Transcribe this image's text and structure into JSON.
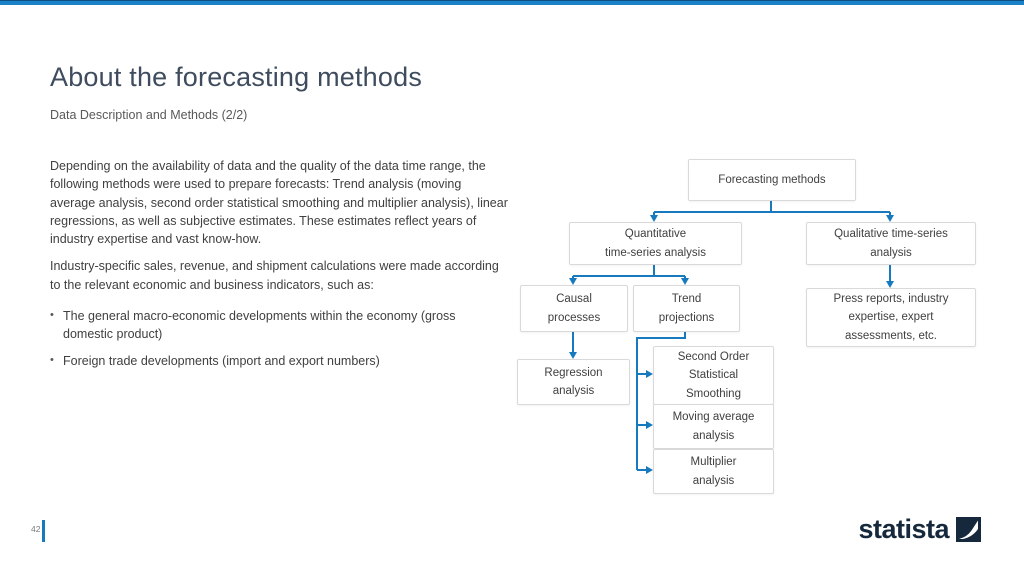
{
  "slide": {
    "title": "About the forecasting methods",
    "subtitle": "Data Description and Methods (2/2)",
    "page_number": "42",
    "brand": "statista"
  },
  "body": {
    "paragraphs": [
      "Depending on the availability of data and the quality of the data time range, the following methods were used to prepare forecasts: Trend analysis (moving average analysis, second order statistical smoothing and multiplier analysis), linear regressions, as well as subjective estimates. These estimates reflect years of industry expertise and vast know-how.",
      "Industry-specific sales, revenue, and shipment calculations were made according to the relevant economic and business indicators, such as:"
    ],
    "bullets": [
      "The general macro-economic developments within the economy (gross domestic product)",
      "Foreign trade developments (import and export numbers)"
    ]
  },
  "diagram": {
    "nodes": {
      "forecasting": [
        "Forecasting methods"
      ],
      "quantitative": [
        "Quantitative",
        "time-series analysis"
      ],
      "qualitative": [
        "Qualitative time-series",
        "analysis"
      ],
      "causal": [
        "Causal",
        "processes"
      ],
      "trend": [
        "Trend",
        "projections"
      ],
      "press": [
        "Press reports, industry",
        "expertise, expert",
        "assessments, etc."
      ],
      "regression": [
        "Regression",
        "analysis"
      ],
      "smoothing": [
        "Second Order",
        "Statistical",
        "Smoothing"
      ],
      "moving": [
        "Moving average",
        "analysis"
      ],
      "multiplier": [
        "Multiplier",
        "analysis"
      ]
    }
  },
  "colors": {
    "accent_blue": "#1779be",
    "brand_navy": "#16283c",
    "title_color": "#3e4c5e",
    "text_color": "#404040",
    "box_border": "#d9d9d9"
  }
}
